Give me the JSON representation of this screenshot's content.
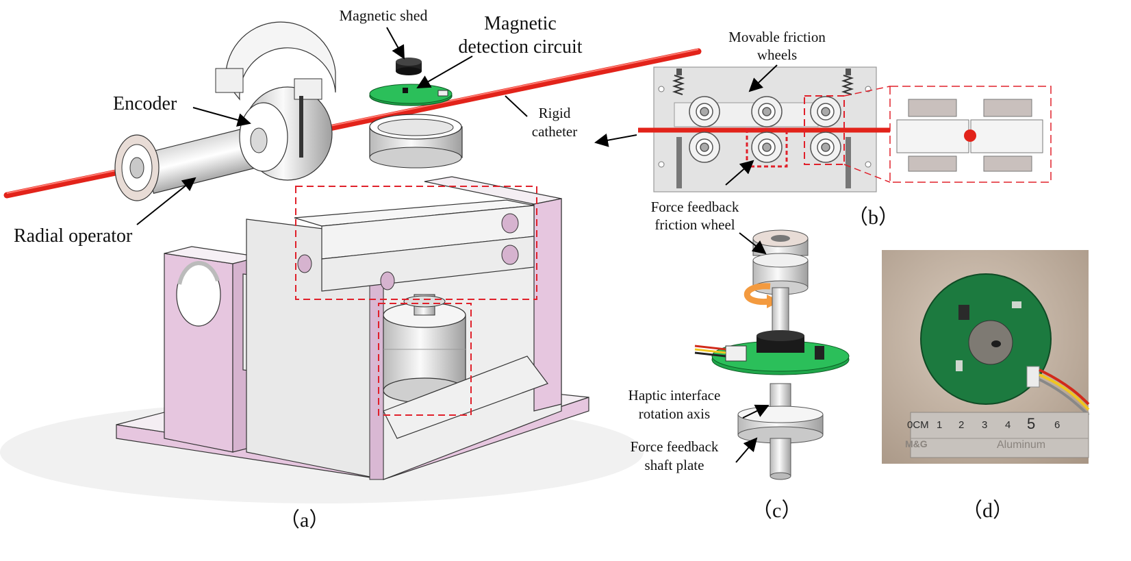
{
  "panel_a": {
    "caption": "（a）",
    "labels": {
      "magnetic_shed": "Magnetic shed",
      "magnetic_circuit_line1": "Magnetic",
      "magnetic_circuit_line2": "detection circuit",
      "encoder": "Encoder",
      "radial_operator": "Radial operator",
      "rigid_catheter_line1": "Rigid",
      "rigid_catheter_line2": "catheter"
    }
  },
  "panel_b": {
    "caption": "（b）",
    "labels": {
      "movable_wheels_line1": "Movable friction",
      "movable_wheels_line2": "wheels",
      "force_wheel_line1": "Force feedback",
      "force_wheel_line2": "friction wheel"
    }
  },
  "panel_c": {
    "caption": "（c）",
    "labels": {
      "haptic_axis_line1": "Haptic interface",
      "haptic_axis_line2": "rotation axis",
      "shaft_plate_line1": "Force feedback",
      "shaft_plate_line2": "shaft plate"
    }
  },
  "panel_d": {
    "caption": "（d）",
    "ruler_unit": "0CM",
    "ruler_numbers": [
      "1",
      "2",
      "3",
      "4",
      "5",
      "6"
    ],
    "ruler_brand": "M&G",
    "ruler_material": "Aluminum"
  },
  "colors": {
    "catheter_red": "#e2231a",
    "frame_pink": "#e8c9e3",
    "frame_face": "#f4eef3",
    "metal_light": "#ededed",
    "pcb_green": "#1fa64a",
    "dashed_red": "#e0202a",
    "photo_bg": "#c9b9a8"
  }
}
